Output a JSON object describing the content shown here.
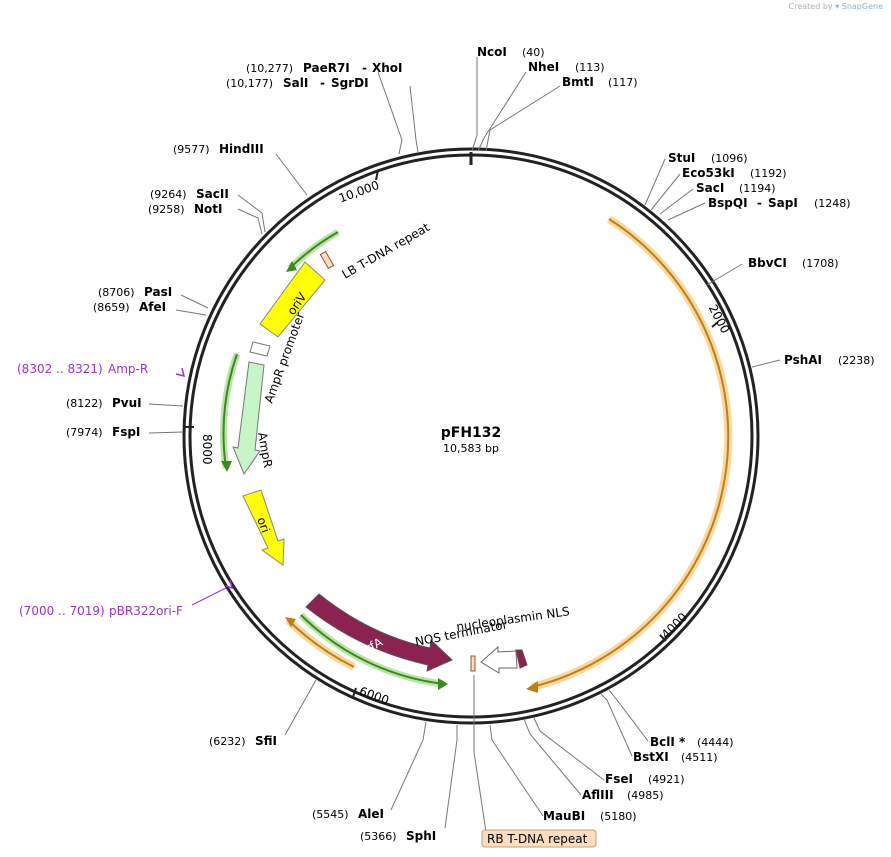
{
  "watermark": {
    "created_by": "Created by",
    "brand": "SnapGene"
  },
  "plasmid": {
    "name": "pFH132",
    "length_label": "10,583 bp"
  },
  "ticks": [
    "10,000",
    "2000",
    "4000",
    "6000",
    "8000"
  ],
  "enzymes": {
    "paer7i": {
      "pos": "(10,277)",
      "name": "PaeR7I",
      "partner": "XhoI"
    },
    "sali": {
      "pos": "(10,177)",
      "name": "SalI",
      "partner": "SgrDI"
    },
    "ncoi": {
      "name": "NcoI",
      "pos": "(40)"
    },
    "nhei": {
      "name": "NheI",
      "pos": "(113)"
    },
    "bmti": {
      "name": "BmtI",
      "pos": "(117)"
    },
    "hindiii": {
      "pos": "(9577)",
      "name": "HindIII"
    },
    "sacii": {
      "pos": "(9264)",
      "name": "SacII"
    },
    "noti": {
      "pos": "(9258)",
      "name": "NotI"
    },
    "stui": {
      "name": "StuI",
      "pos": "(1096)"
    },
    "eco53ki": {
      "name": "Eco53kI",
      "pos": "(1192)"
    },
    "saci": {
      "name": "SacI",
      "pos": "(1194)"
    },
    "bspqi": {
      "name": "BspQI",
      "partner": "SapI",
      "pos": "(1248)"
    },
    "bbvci": {
      "name": "BbvCI",
      "pos": "(1708)"
    },
    "pasi": {
      "pos": "(8706)",
      "name": "PasI"
    },
    "afei": {
      "pos": "(8659)",
      "name": "AfeI"
    },
    "pshai": {
      "name": "PshAI",
      "pos": "(2238)"
    },
    "pvui": {
      "pos": "(8122)",
      "name": "PvuI"
    },
    "fspi": {
      "pos": "(7974)",
      "name": "FspI"
    },
    "sfii": {
      "pos": "(6232)",
      "name": "SfiI"
    },
    "alei": {
      "pos": "(5545)",
      "name": "AleI"
    },
    "sphi": {
      "pos": "(5366)",
      "name": "SphI"
    },
    "bcli": {
      "name": "BclI *",
      "pos": "(4444)"
    },
    "bstxi": {
      "name": "BstXI",
      "pos": "(4511)"
    },
    "fsei": {
      "name": "FseI",
      "pos": "(4921)"
    },
    "aflii": {
      "name": "AflIII",
      "pos": "(4985)"
    },
    "maubi": {
      "name": "MauBI",
      "pos": "(5180)"
    }
  },
  "primers": {
    "ampr": {
      "range": "(8302 .. 8321)",
      "name": "Amp-R"
    },
    "pbr": {
      "range": "(7000 .. 7019)",
      "name": "pBR322ori-F"
    }
  },
  "features": {
    "lb_repeat": "LB T-DNA repeat",
    "oriv": "oriV",
    "ampr_promoter": "AmpR promoter",
    "ampr": "AmpR",
    "ori": "ori",
    "trfa": "trfA",
    "nos_terminator": "NOS terminator",
    "nucleoplasmin_nls": "nucleoplasmin NLS",
    "rb_repeat": "RB T-DNA repeat"
  },
  "colors": {
    "backbone": "#222222",
    "orange_feature": "#f2a93b",
    "green_feature": "#4a9c2a",
    "yellow_feature": "#ffff00",
    "ampr_feature": "#c8f5c8",
    "trfa_feature": "#8b2252",
    "primer": "#9b30d9",
    "rb_box": "#fbdcbc"
  }
}
